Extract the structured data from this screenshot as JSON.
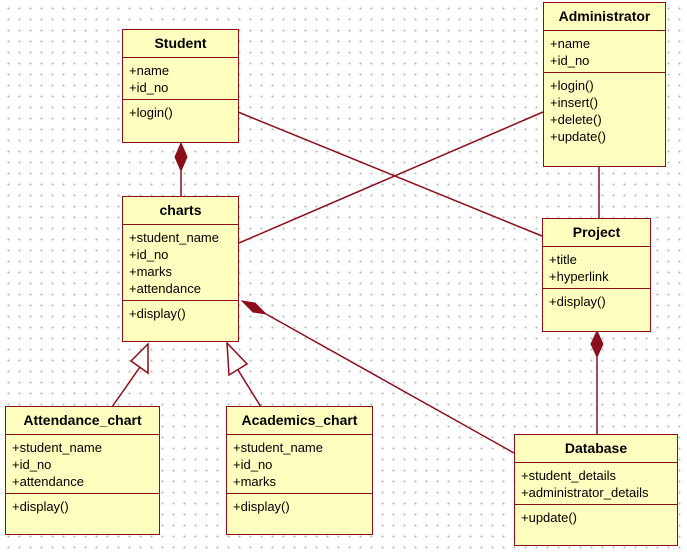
{
  "colors": {
    "line": "#8b0e1a",
    "class_fill": "#ffffc0",
    "grid_dot": "#b9b9b9"
  },
  "classes": {
    "student": {
      "name": "Student",
      "attributes": [
        "+name",
        "+id_no"
      ],
      "operations": [
        "+login()"
      ]
    },
    "administrator": {
      "name": "Administrator",
      "attributes": [
        "+name",
        "+id_no"
      ],
      "operations": [
        "+login()",
        "+insert()",
        "+delete()",
        "+update()"
      ]
    },
    "charts": {
      "name": "charts",
      "attributes": [
        "+student_name",
        "+id_no",
        "+marks",
        "+attendance"
      ],
      "operations": [
        "+display()"
      ]
    },
    "project": {
      "name": "Project",
      "attributes": [
        "+title",
        "+hyperlink"
      ],
      "operations": [
        "+display()"
      ]
    },
    "attendance_chart": {
      "name": "Attendance_chart",
      "attributes": [
        "+student_name",
        "+id_no",
        "+attendance"
      ],
      "operations": [
        "+display()"
      ]
    },
    "academics_chart": {
      "name": "Academics_chart",
      "attributes": [
        "+student_name",
        "+id_no",
        "+marks"
      ],
      "operations": [
        "+display()"
      ]
    },
    "database": {
      "name": "Database",
      "attributes": [
        "+student_details",
        "+administrator_details"
      ],
      "operations": [
        "+update()"
      ]
    }
  },
  "relationships": [
    {
      "type": "composition",
      "whole": "student",
      "part": "charts"
    },
    {
      "type": "association",
      "from": "student",
      "to": "project"
    },
    {
      "type": "association",
      "from": "administrator",
      "to": "charts"
    },
    {
      "type": "association",
      "from": "administrator",
      "to": "project"
    },
    {
      "type": "generalization",
      "child": "attendance_chart",
      "parent": "charts"
    },
    {
      "type": "generalization",
      "child": "academics_chart",
      "parent": "charts"
    },
    {
      "type": "composition",
      "whole": "charts",
      "part": "database"
    },
    {
      "type": "composition",
      "whole": "project",
      "part": "database"
    }
  ]
}
